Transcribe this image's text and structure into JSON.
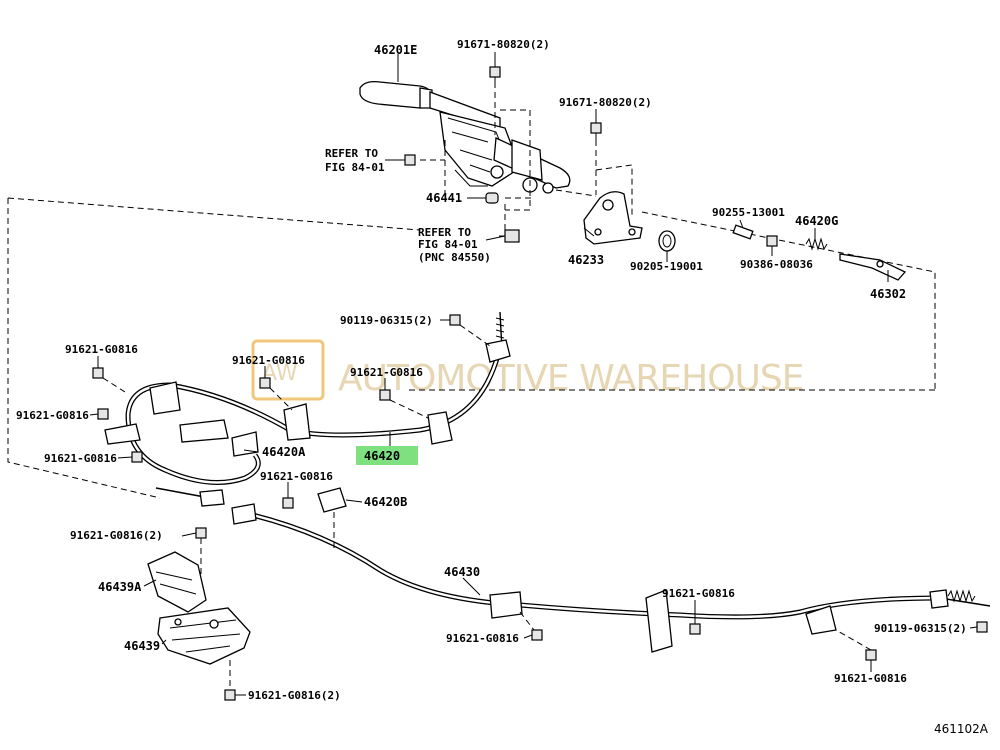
{
  "watermark": {
    "logo": "AW",
    "text": "AUTOMOTIVE WAREHOUSE"
  },
  "highlight_color": "#7fe07f",
  "labels": {
    "p46201E": "46201E",
    "p91671a": "91671-80820(2)",
    "p91671b": "91671-80820(2)",
    "refer1a": "REFER TO",
    "refer1b": "FIG 84-01",
    "p46441": "46441",
    "refer2a": "REFER TO",
    "refer2b": "FIG 84-01",
    "refer2c": "(PNC 84550)",
    "p46233": "46233",
    "p90205": "90205-19001",
    "p90255": "90255-13001",
    "p46420G": "46420G",
    "p90386": "90386-08036",
    "p46302": "46302",
    "p90119a": "90119-06315(2)",
    "p91621a": "91621-G0816",
    "p91621b": "91621-G0816",
    "p91621c": "91621-G0816",
    "p91621d": "91621-G0816",
    "p91621e": "91621-G0816",
    "p46420A": "46420A",
    "p46420": "46420",
    "p91621f": "91621-G0816",
    "p46420B": "46420B",
    "p91621g": "91621-G0816(2)",
    "p46439A": "46439A",
    "p46430": "46430",
    "p91621h": "91621-G0816",
    "p46439": "46439",
    "p91621i": "91621-G0816",
    "p90119b": "90119-06315(2)",
    "p91621j": "91621-G0816",
    "p91621k": "91621-G0816(2)",
    "figure_id": "461102A"
  }
}
